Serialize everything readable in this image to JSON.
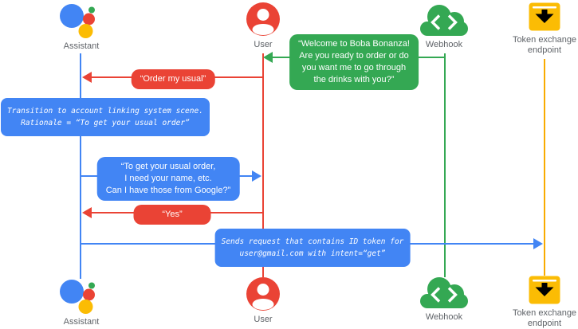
{
  "diagram_type": "sequence-diagram",
  "actors": {
    "assistant": {
      "label": "Assistant",
      "icon": "google-assistant-logo",
      "color": "#4285f4"
    },
    "user": {
      "label": "User",
      "icon": "person-in-circle",
      "color": "#ea4335"
    },
    "webhook": {
      "label": "Webhook",
      "icon": "code-brackets-cloud",
      "color": "#34a853"
    },
    "token": {
      "label_line1": "Token exchange",
      "label_line2": "endpoint",
      "icon": "download-box",
      "color": "#fbbc04"
    }
  },
  "messages": {
    "welcome": {
      "from": "webhook",
      "to": "user",
      "color": "#34a853",
      "line1": "“Welcome to Boba Bonanza!",
      "line2": "Are you ready to order or do",
      "line3": "you want me to go through",
      "line4": "the drinks with you?”"
    },
    "order": {
      "from": "user",
      "to": "assistant",
      "color": "#ea4335",
      "line1": "“Order my usual”"
    },
    "transition_note": {
      "on": "assistant",
      "color": "#4285f4",
      "line1": "Transition to account linking system scene.",
      "line2": "Rationale = “To get your usual order”"
    },
    "ask_google": {
      "from": "assistant",
      "to": "user",
      "color": "#4285f4",
      "line1": "“To get your usual order,",
      "line2": "I need your name, etc.",
      "line3": "Can I have those from Google?”"
    },
    "yes": {
      "from": "user",
      "to": "assistant",
      "color": "#ea4335",
      "line1": "“Yes”"
    },
    "send_request": {
      "from": "assistant",
      "to": "token",
      "color": "#4285f4",
      "line1": "Sends request that contains ID token for",
      "line2": "user@gmail.com with intent=“get”"
    }
  },
  "colors": {
    "assistant_blue": "#4285f4",
    "user_red": "#ea4335",
    "webhook_green": "#34a853",
    "token_yellow": "#fbbc04",
    "token_lifeline": "#f9ab00",
    "label_gray": "#5f6368",
    "bubble_text": "#ffffff"
  }
}
